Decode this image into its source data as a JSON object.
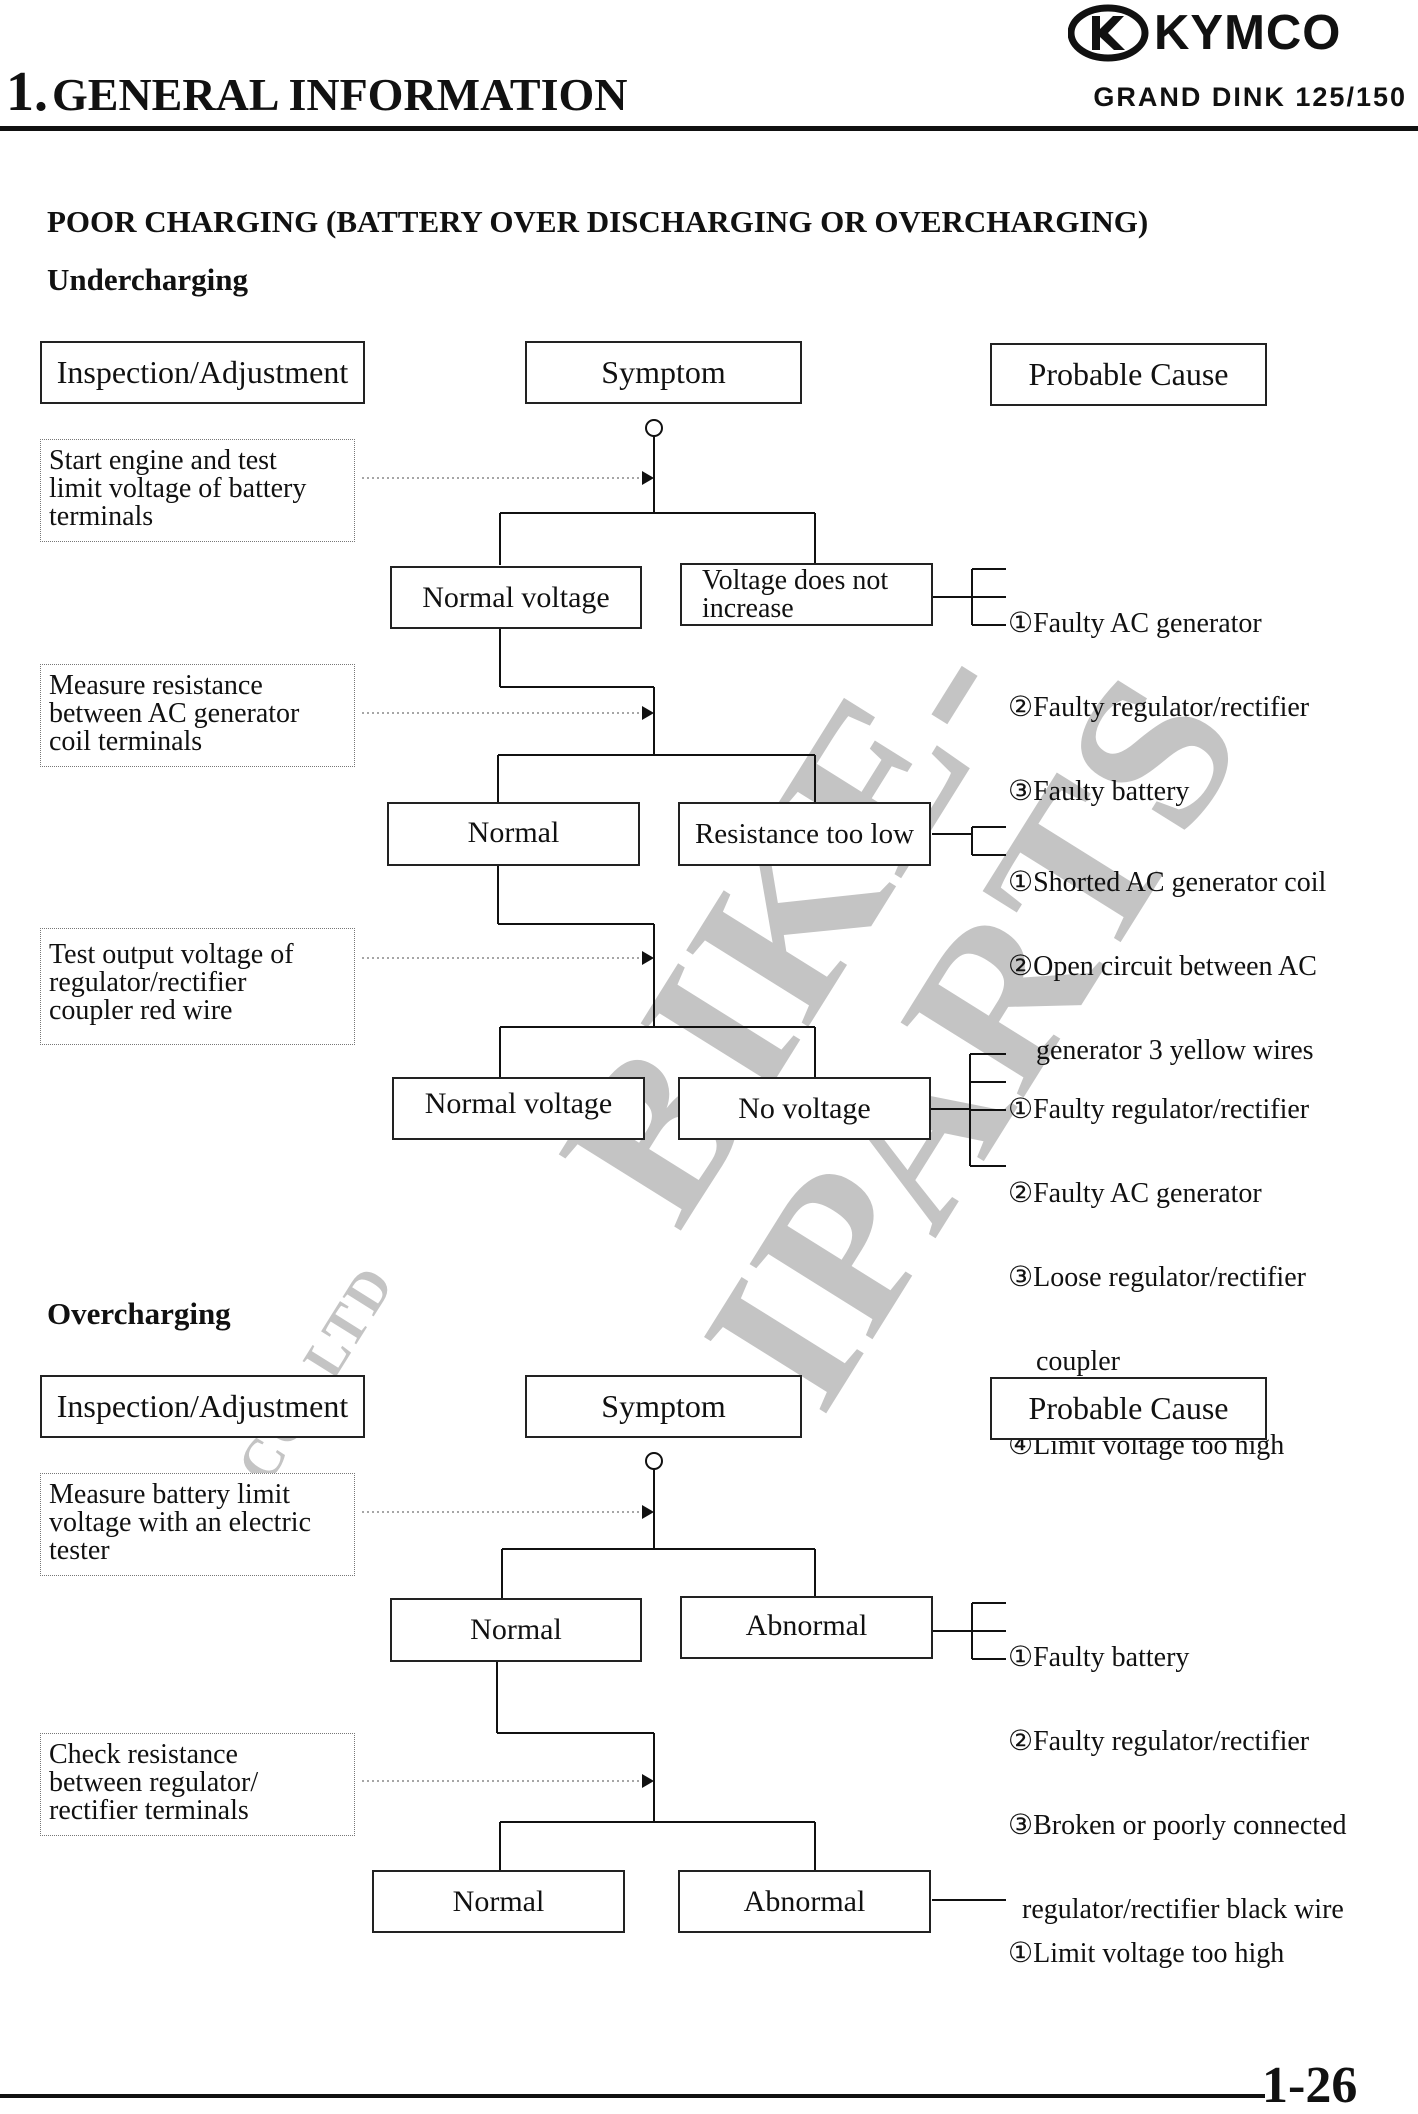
{
  "header": {
    "brand": "KYMCO",
    "chapter_number": "1.",
    "chapter_title": "GENERAL INFORMATION",
    "model": "GRAND DINK 125/150"
  },
  "main_title": "POOR CHARGING (BATTERY OVER DISCHARGING OR OVERCHARGING)",
  "watermark": {
    "text": "BIKE-IPARTS",
    "subtext": "CO. LTD",
    "color": "#bdbdbd"
  },
  "undercharging": {
    "title": "Undercharging",
    "col_inspection": "Inspection/Adjustment",
    "col_symptom": "Symptom",
    "col_cause": "Probable Cause",
    "steps": [
      {
        "inspection": [
          "Start engine and test",
          "limit voltage of battery",
          "terminals"
        ],
        "left_result": "Normal voltage",
        "right_result": [
          "Voltage does not",
          "increase"
        ],
        "causes": [
          "①Faulty AC generator",
          "②Faulty regulator/rectifier",
          "③Faulty battery"
        ]
      },
      {
        "inspection": [
          "Measure resistance",
          "between AC generator",
          "coil terminals"
        ],
        "left_result": "Normal",
        "right_result": [
          "Resistance too low"
        ],
        "causes": [
          "①Shorted AC generator coil",
          "②Open circuit between AC",
          "    generator 3 yellow wires"
        ]
      },
      {
        "inspection": [
          "Test output voltage of",
          "regulator/rectifier",
          "coupler red wire"
        ],
        "left_result": "Normal voltage",
        "right_result": [
          "No voltage"
        ],
        "causes": [
          "①Faulty regulator/rectifier",
          "②Faulty AC generator",
          "③Loose regulator/rectifier",
          "    coupler",
          "④Limit voltage too high"
        ]
      }
    ]
  },
  "overcharging": {
    "title": "Overcharging",
    "col_inspection": "Inspection/Adjustment",
    "col_symptom": "Symptom",
    "col_cause": "Probable Cause",
    "steps": [
      {
        "inspection": [
          "Measure battery limit",
          "voltage with an electric",
          "tester"
        ],
        "left_result": "Normal",
        "right_result": [
          "Abnormal"
        ],
        "causes": [
          "①Faulty battery",
          "②Faulty regulator/rectifier",
          "③Broken or poorly connected",
          "  regulator/rectifier black wire"
        ]
      },
      {
        "inspection": [
          "Check resistance",
          "between regulator/",
          "rectifier terminals"
        ],
        "left_result": "Normal",
        "right_result": [
          "Abnormal"
        ],
        "causes": [
          "①Limit voltage too high"
        ]
      }
    ]
  },
  "footer": {
    "page_number": "1-26"
  }
}
